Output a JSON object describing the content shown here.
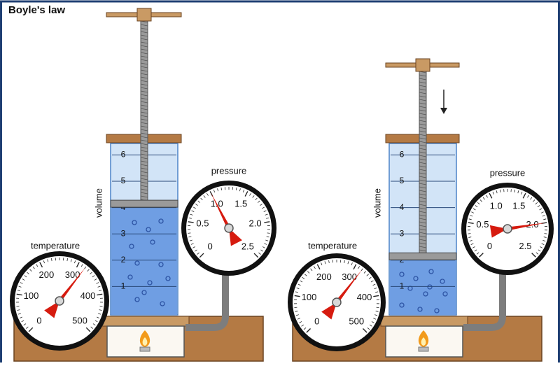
{
  "title": "Boyle's law",
  "colors": {
    "frame": "#1f3f73",
    "wood": "#b47a44",
    "wood_dark": "#6a4320",
    "water": "#6f9ee3",
    "cylinder_glass": "#d2e4f7",
    "needle": "#d61b0f",
    "piston": "#9a9a9a",
    "flame": "#f29a1b",
    "pipe": "#7d7d7d"
  },
  "panels": [
    {
      "id": "left",
      "volume_label": "volume",
      "volume_scale": [
        "1",
        "2",
        "3",
        "4",
        "5",
        "6"
      ],
      "volume_value": 4.2,
      "temperature": {
        "label": "temperature",
        "ticks": [
          "0",
          "100",
          "200",
          "300",
          "400",
          "500"
        ],
        "value": 320,
        "max": 500
      },
      "pressure": {
        "label": "pressure",
        "ticks": [
          "0",
          "0.5",
          "1.0",
          "1.5",
          "2.0",
          "2.5"
        ],
        "value": 1.0,
        "max": 2.5
      },
      "burner": "flame-icon"
    },
    {
      "id": "right",
      "volume_label": "volume",
      "volume_scale": [
        "1",
        "2",
        "3",
        "4",
        "5",
        "6"
      ],
      "volume_value": 2.2,
      "arrow": "down-arrow-icon",
      "temperature": {
        "label": "temperature",
        "ticks": [
          "0",
          "100",
          "200",
          "300",
          "400",
          "500"
        ],
        "value": 320,
        "max": 500
      },
      "pressure": {
        "label": "pressure",
        "ticks": [
          "0",
          "0.5",
          "1.0",
          "1.5",
          "2.0",
          "2.5"
        ],
        "value": 2.0,
        "max": 2.5
      },
      "burner": "flame-icon"
    }
  ]
}
